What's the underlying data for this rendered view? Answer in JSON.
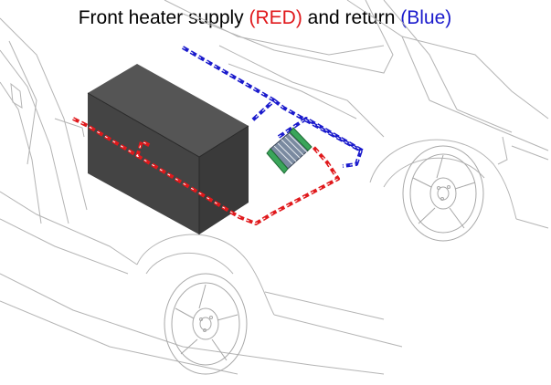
{
  "title": {
    "prefix": "Front heater supply ",
    "supply": "(RED)",
    "middle": " and return ",
    "return": "(Blue)"
  },
  "colors": {
    "supply": "#e0191c",
    "return": "#1a1acc",
    "stripe": "#ffffff",
    "box_front": "#444444",
    "box_side": "#3a3a3a",
    "box_top": "#555555",
    "heater_core": "#7a8aa0",
    "heater_fins": "#3aa55a",
    "van_lines": "#b4b4b4"
  },
  "components": [
    "van-outline",
    "storage-box",
    "heater-core",
    "supply-hose",
    "return-hose",
    "front-wheel",
    "rear-wheel"
  ]
}
